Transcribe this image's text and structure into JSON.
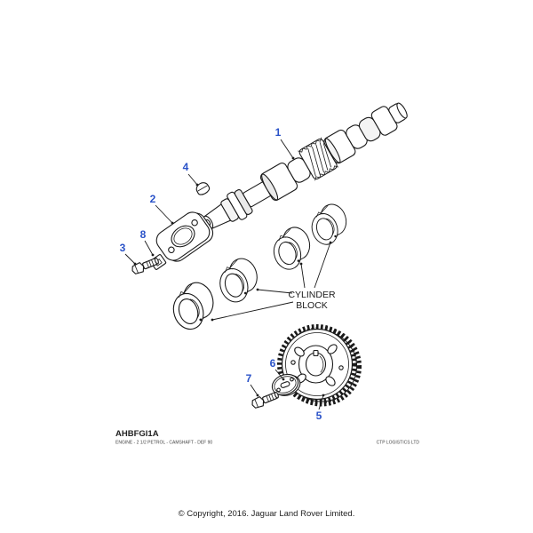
{
  "diagram": {
    "callout_color": "#2a52c8",
    "line_color": "#1a1a1a",
    "callouts": [
      "1",
      "2",
      "3",
      "4",
      "5",
      "6",
      "7",
      "8"
    ],
    "block_label_line1": "CYLINDER",
    "block_label_line2": "BLOCK"
  },
  "footer": {
    "figure_code": "AHBFGI1A",
    "figure_title": "ENGINE - 2 1/2 PETROL - CAMSHAFT - DEF 90",
    "logistics": "CTP LOGISTICS LTD"
  },
  "copyright": "© Copyright, 2016. Jaguar Land Rover Limited."
}
